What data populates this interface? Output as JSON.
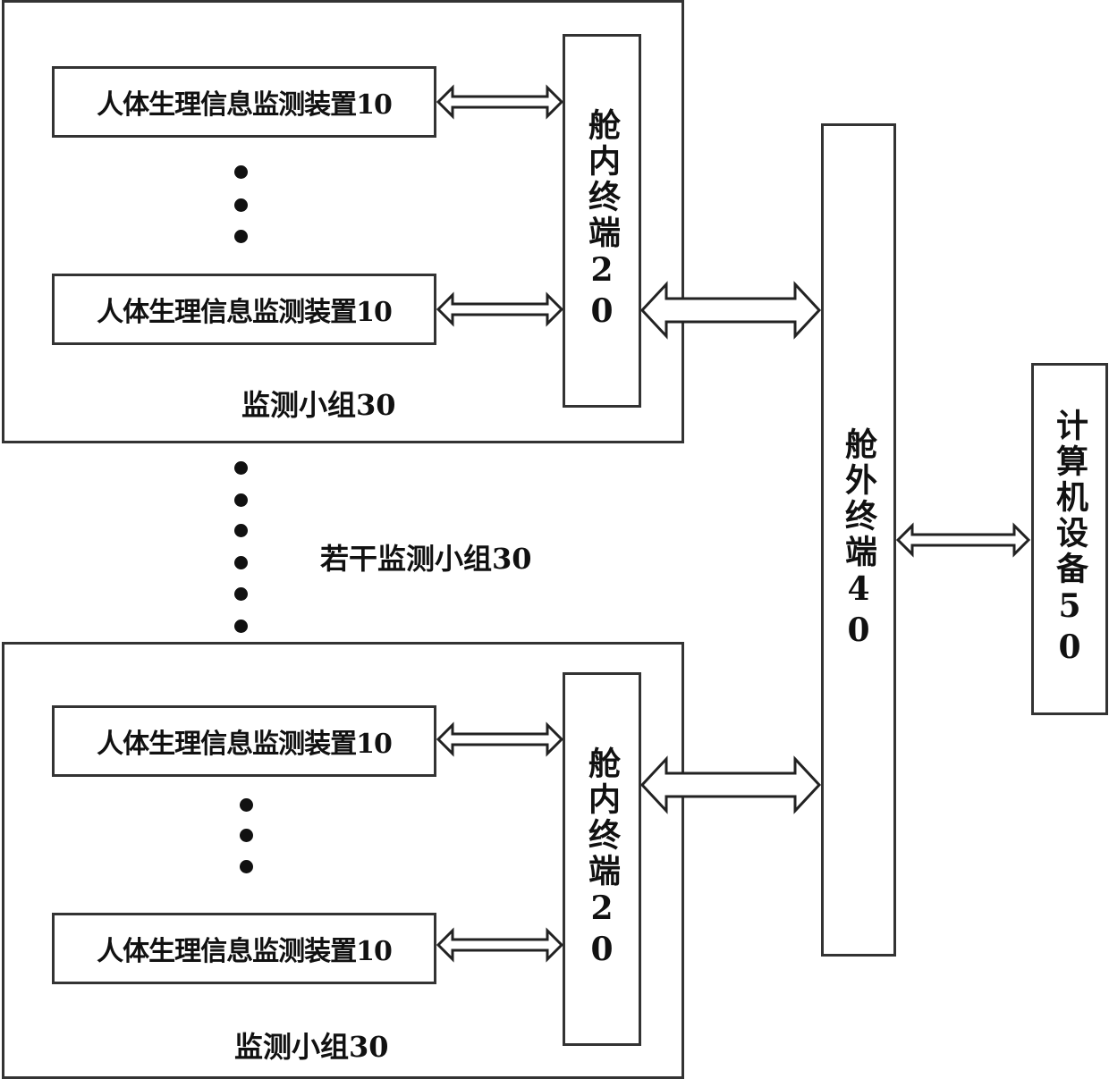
{
  "groups": [
    {
      "label": "监测小组30",
      "devices": [
        "人体生理信息监测装置10",
        "人体生理信息监测装置10"
      ],
      "inner_terminal": "舱内终端20"
    },
    {
      "label": "监测小组30",
      "devices": [
        "人体生理信息监测装置10",
        "人体生理信息监测装置10"
      ],
      "inner_terminal": "舱内终端20"
    }
  ],
  "several_groups_label": "若干监测小组30",
  "outer_terminal": "舱外终端40",
  "computer": "计算机设备50"
}
